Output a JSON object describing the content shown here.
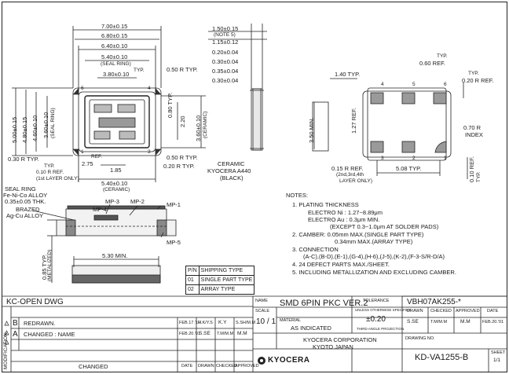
{
  "dims": {
    "top": [
      "7.00±0.15",
      "6.80±0.15",
      "6.40±0.10",
      "5.40±0.10",
      "(SEAL RING)",
      "3.80±0.10"
    ],
    "bottom": [
      "2.75",
      "1.85",
      "5.40±0.10",
      "(CERAMIC)"
    ],
    "left": [
      "5.00±0.15",
      "4.80±0.15",
      "4.60±0.10",
      "3.60±0.10",
      "(SEAL RING)",
      "(1st LAYER ONLY)"
    ],
    "right": [
      "0.80 TYP.",
      "2.20",
      "3.60±0.10",
      "(CERAMIC)"
    ],
    "radius": [
      "0.50 R TYP.",
      "0.50 R TYP.",
      "0.20 R TYP.",
      "0.30 R TYP.",
      "0.10 R REF.",
      "0.15 R REF."
    ],
    "misc": [
      "TYP.",
      "REF.",
      "TYP."
    ],
    "side": [
      "1.50±0.15",
      "(NOTE 5)",
      "1.15±0.12",
      "0.20±0.04",
      "0.30±0.04",
      "0.35±0.04",
      "0.30±0.04"
    ],
    "side_label": [
      "CERAMIC",
      "KYOCERA A440",
      "(BLACK)"
    ],
    "bottom_view": [
      "0.60 REF.",
      "TYP.",
      "1.40 TYP.",
      "0.20 R REF.",
      "TYP.",
      "1.27 REF.",
      "3.50 MIN.",
      "0.70 R",
      "INDEX",
      "0.15 R REF.",
      "(2nd,3rd,4th",
      "LAYER ONLY)",
      "5.08 TYP.",
      "0.10 REF.",
      "TYP."
    ],
    "pads": [
      "1",
      "2",
      "3",
      "4",
      "5",
      "6"
    ]
  },
  "section": {
    "labels": [
      "SEAL RING",
      "Fe-Ni-Co ALLOY",
      "0.35±0.05 THK.",
      "BRAZED",
      "Ag-Cu ALLOY",
      "MP-3",
      "MP-2",
      "MP-1",
      "MP-4",
      "MP-5",
      "5.30 MIN.",
      "0.85 TYP.",
      "(METALIZED)"
    ]
  },
  "notes": {
    "title": "NOTES:",
    "lines": [
      "1. PLATING THICKNESS",
      "ELECTRO Ni : 1.27~8.89μm",
      "ELECTRO Au : 0.3μm MIN.",
      "(EXCEPT 0.3~1.0μm AT SOLDER PADS)",
      "2. CAMBER: 0.05mm MAX.(SINGLE PART TYPE)",
      "0.34mm MAX.(ARRAY TYPE)",
      "3. CONNECTION",
      "(A-C),(B-D),(E-1),(G-4),(H-6),(J-5),(K-2),(F-3-S/R-D/A)",
      "4. 24 DEFECT PARTS MAX./SHEET.",
      "5. INCLUDING METALLIZATION AND EXCLUDING CAMBER."
    ]
  },
  "pn_table": {
    "header": [
      "P/N",
      "SHIPPING TYPE"
    ],
    "rows": [
      [
        "01",
        "SINGLE PART TYPE"
      ],
      [
        "02",
        "ARRAY TYPE"
      ]
    ]
  },
  "title_block": {
    "kc_open": "KC-OPEN DWG",
    "part_no": "VBH07AK255-*",
    "name_label": "NAME",
    "name": "SMD 6PIN PKC VER.2",
    "scale_label": "SCALE",
    "scale": "10 / 1",
    "material_label": "MATERIAL",
    "material": "AS INDICATED",
    "tolerance_label": "TOLERANCE",
    "tolerance_sub": "UNLESS OTHERWISE SPECIFIED",
    "tolerance": "±0.20",
    "projection": "THIRD ANGLE PROJECTION",
    "drawn_label": "DRAWN",
    "checked_label": "CHECKED",
    "approved_label": "APPROVED",
    "date_label": "DATE",
    "drawn": "S.SE",
    "checked": "T.M/M.M",
    "approved": "M.M",
    "date": "FEB.20.'01",
    "company": "KYOCERA CORPORATION",
    "city": "KYOTO JAPAN",
    "drawing_no_label": "DRAWING NO.",
    "drawing_no": "KD-VA1255-B",
    "sheet_label": "SHEET",
    "sheet": "1/1",
    "logo": "KYOCERA"
  },
  "revisions": {
    "side_label": "MODIFICATION",
    "rows": [
      {
        "sym": "B",
        "desc": "REDRAWN.",
        "date": "FEB.17.'10",
        "drawn": "H.K/Y.S",
        "checked": "K.Y",
        "approved": "S.SH/M.M"
      },
      {
        "sym": "A",
        "desc": "CHANGED : NAME",
        "date": "FEB.20.'01",
        "drawn": "S.SE",
        "checked": "T.M/M.M",
        "approved": "M.M"
      }
    ],
    "footer": {
      "desc": "CHANGED",
      "date": "DATE",
      "drawn": "DRAWN",
      "checked": "CHECKED",
      "approved": "APPROVED"
    }
  }
}
